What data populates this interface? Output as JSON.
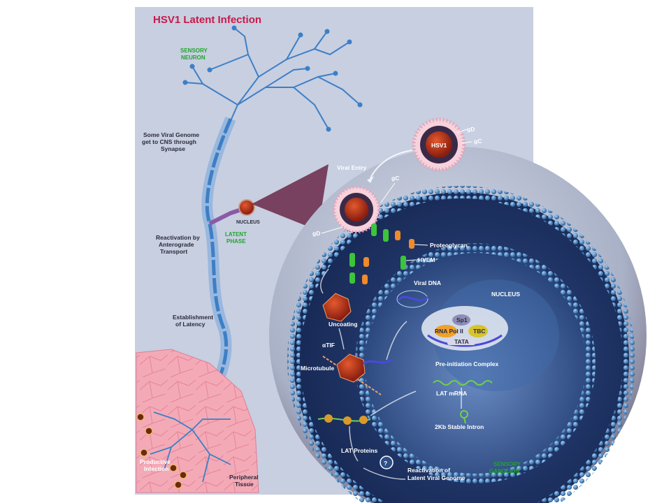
{
  "title": "HSV1 Latent Infection",
  "labels": {
    "sensory_neuron": [
      "SENSORY",
      "NEURON"
    ],
    "nucleus_small": "NUCLEUS",
    "latent_phase": [
      "LATENT",
      "PHASE"
    ],
    "some_viral_genome": [
      "Some Viral Genome",
      "get to CNS through",
      "Synapse"
    ],
    "reactivation_anterograde": [
      "Reactivation by",
      "Anterograde",
      "Transport"
    ],
    "establishment_latency": [
      "Establishment",
      "of Latency"
    ],
    "productive_infection": [
      "Productive",
      "Infection"
    ],
    "peripheral_tissue": [
      "Peripheral",
      "Tissue"
    ],
    "hsv1": "HSV1",
    "gD_top": "gD",
    "gC_top": "gC",
    "viral_entry": "Viral Entry",
    "gC_mid": "gC",
    "gD_mid": "gD",
    "proteoglycan": "Proteoglycan",
    "hvem": "HVEM",
    "nucleus_big": "NUCLEUS",
    "viral_dna": "Viral DNA",
    "sp1": "Sp1",
    "rna_pol": "RNA Pol II",
    "tbc": "TBC",
    "tata": "TATA",
    "uncoating": "Uncoating",
    "atif": "αTIF",
    "pre_initiation": "Pre-initiation Complex",
    "microtubule": "Microtubule",
    "lat_mrna": "LAT mRNA",
    "stable_intron": "2Kb Stable Intron",
    "lat_proteins": "LAT Proteins",
    "question": "?",
    "reactivation_latent": [
      "Reactivation of",
      "Latent Viral Genome"
    ],
    "sensory_ganglion": [
      "SENSORY",
      "GANGLION"
    ]
  },
  "colors": {
    "panel_bg": "#c7cfe1",
    "title_red": "#c8194a",
    "neuron_blue": "#3d7fc6",
    "membrane_blue": "#3a6f9e",
    "cell_interior": "#1c2f5e",
    "label_green": "#1fa52a",
    "tissue_pink": "#f1a7b4",
    "bulge_maroon": "#6a2848"
  }
}
